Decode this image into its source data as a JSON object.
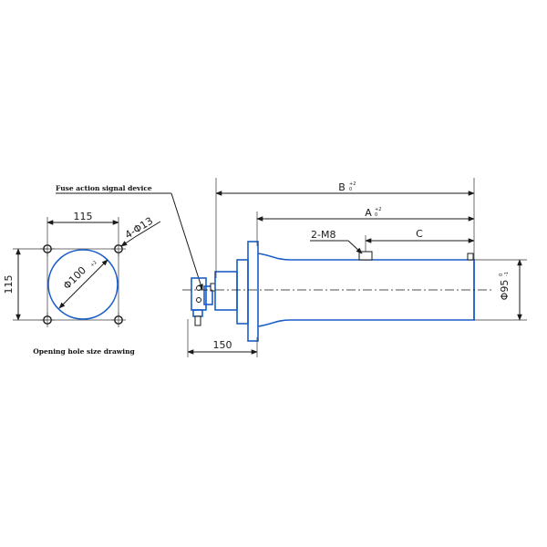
{
  "colors": {
    "outline": "#1a5fc8",
    "lines": "#1a1a1a",
    "background": "#ffffff"
  },
  "labels": {
    "fuse_device": "Fuse action signal device",
    "opening_drawing": "Opening hole size drawing",
    "hole_spacing_h": "115",
    "hole_spacing_v": "115",
    "hole_count": "4-Φ13",
    "opening_diameter": "Φ100",
    "opening_diameter_tol": "+2",
    "dim_b": "B",
    "dim_b_tol_upper": "+2",
    "dim_b_tol_lower": "0",
    "dim_a": "A",
    "dim_a_tol_upper": "+2",
    "dim_a_tol_lower": "0",
    "dim_c": "C",
    "thread": "2-M8",
    "dim_150": "150",
    "tube_diameter": "Φ95",
    "tube_diameter_tol_upper": "0",
    "tube_diameter_tol_lower": "-1"
  }
}
